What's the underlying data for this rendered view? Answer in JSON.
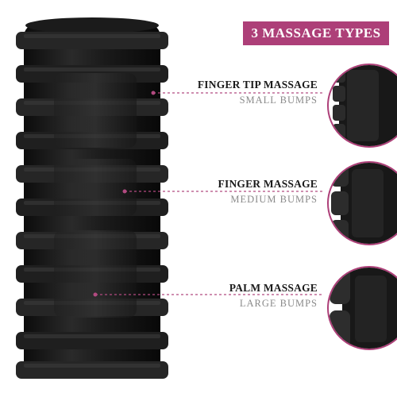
{
  "badge": {
    "label": "3 MASSAGE TYPES",
    "color": "#ad3f78"
  },
  "callouts": [
    {
      "name": "FINGER TIP MASSAGE",
      "size": "SMALL BUMPS"
    },
    {
      "name": "FINGER MASSAGE",
      "size": "MEDIUM BUMPS"
    },
    {
      "name": "PALM MASSAGE",
      "size": "LARGE BUMPS"
    }
  ],
  "colors": {
    "accent": "#ad3f78",
    "roller": "#141414",
    "leader": "#b24a80"
  }
}
